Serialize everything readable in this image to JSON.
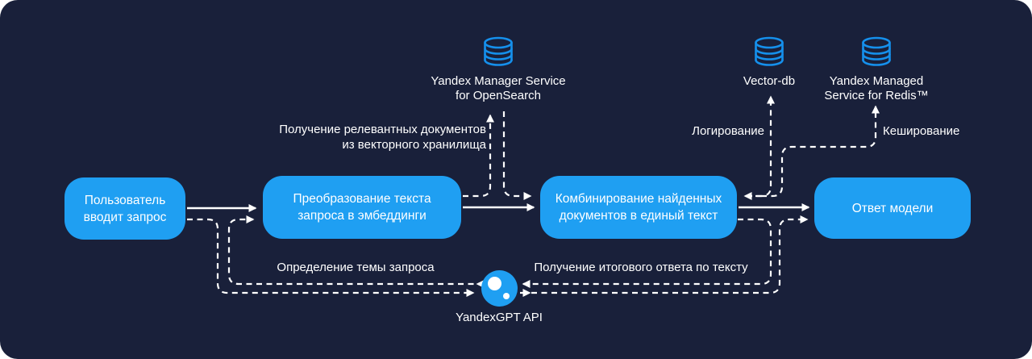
{
  "colors": {
    "page_background": "#FFFFFF",
    "diagram_background": "#19203A",
    "node_fill": "#1F9FF2",
    "db_icon_stroke": "#1590EC",
    "line": "#FFFFFF",
    "text": "#FFFFFF"
  },
  "nodes": {
    "user": {
      "line1": "Пользователь",
      "line2": "вводит запрос"
    },
    "embed": {
      "line1": "Преобразование текста",
      "line2": "запроса в эмбеддинги"
    },
    "combine": {
      "line1": "Комбинирование найденных",
      "line2": "документов в единый текст"
    },
    "answer": {
      "label": "Ответ модели"
    }
  },
  "services": {
    "opensearch": {
      "line1": "Yandex Manager Service",
      "line2": "for OpenSearch"
    },
    "vector_db": {
      "line1": "Vector-db",
      "line2": ""
    },
    "redis": {
      "line1": "Yandex Managed",
      "line2": "Service for Redis™"
    }
  },
  "gpt": {
    "label": "YandexGPT API"
  },
  "edge_labels": {
    "retrieval_line1": "Получение релевантных документов",
    "retrieval_line2": "из векторного хранилища",
    "logging": "Логирование",
    "caching": "Кеширование",
    "topic": "Определение темы запроса",
    "final": "Получение итогового ответа по тексту"
  }
}
